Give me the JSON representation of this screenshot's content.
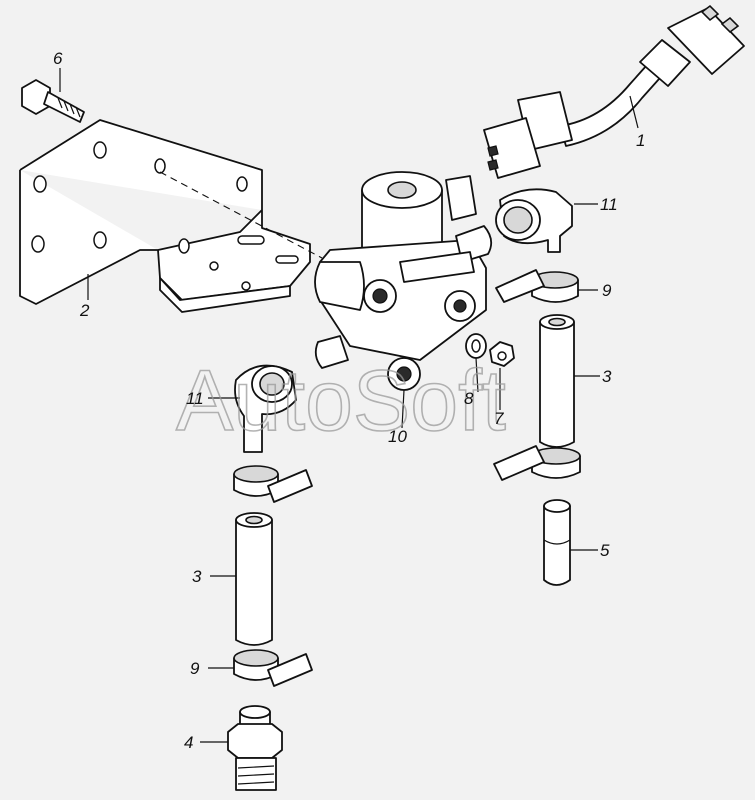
{
  "watermark": "AutoSoft",
  "callouts": [
    {
      "id": "c1",
      "text": "1"
    },
    {
      "id": "c2",
      "text": "2"
    },
    {
      "id": "c3a",
      "text": "3"
    },
    {
      "id": "c3b",
      "text": "3"
    },
    {
      "id": "c4",
      "text": "4"
    },
    {
      "id": "c5",
      "text": "5"
    },
    {
      "id": "c6",
      "text": "6"
    },
    {
      "id": "c7",
      "text": "7"
    },
    {
      "id": "c8",
      "text": "8"
    },
    {
      "id": "c9a",
      "text": "9"
    },
    {
      "id": "c9b",
      "text": "9"
    },
    {
      "id": "c10",
      "text": "10"
    },
    {
      "id": "c11a",
      "text": "11"
    },
    {
      "id": "c11b",
      "text": "11"
    }
  ]
}
